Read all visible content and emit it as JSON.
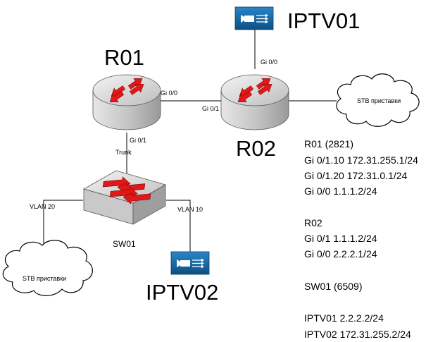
{
  "devices": {
    "r01": {
      "name": "R01"
    },
    "r02": {
      "name": "R02"
    },
    "sw01": {
      "name": "SW01"
    },
    "iptv01": {
      "name": "IPTV01"
    },
    "iptv02": {
      "name": "IPTV02"
    },
    "stb_right": {
      "name": "STB приставки"
    },
    "stb_left": {
      "name": "STB приставки"
    }
  },
  "links": {
    "r01_gi00": "Gi 0/0",
    "r02_gi01": "Gi 0/1",
    "r02_gi00": "Gi 0/0",
    "r01_gi01": "Gi 0/1",
    "trunk": "Trunk",
    "vlan20": "VLAN 20",
    "vlan10": "VLAN 10"
  },
  "info": {
    "r01": [
      "R01 (2821)",
      "Gi 0/1.10 172.31.255.1/24",
      "Gi 0/1.20 172.31.0.1/24",
      "Gi 0/0 1.1.1.2/24"
    ],
    "r02": [
      "R02",
      "Gi 0/1 1.1.1.2/24",
      "Gi 0/0 2.2.2.1/24"
    ],
    "sw01": [
      "SW01 (6509)"
    ],
    "iptv": [
      "IPTV01 2.2.2.2/24",
      "IPTV02 172.31.255.2/24"
    ]
  },
  "colors": {
    "router_fill": "#cfcfcf",
    "arrow_red": "#e01818",
    "camera_blue": "#0f5f9a"
  }
}
